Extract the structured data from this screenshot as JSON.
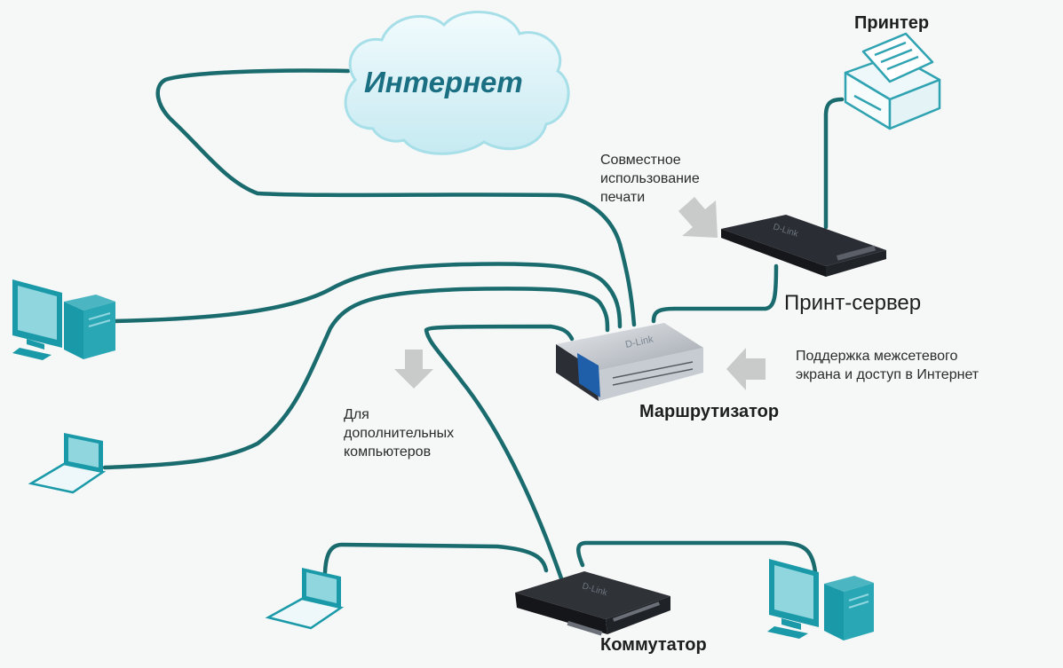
{
  "labels": {
    "internet": "Интернет",
    "printer": "Принтер",
    "print_sharing": "Совместное\nиспользование\nпечати",
    "print_server": "Принт-сервер",
    "firewall_support": "Поддержка межсетевого\nэкрана и доступ в Интернет",
    "router": "Маршрутизатор",
    "additional_computers": "Для\nдополнительных\nкомпьютеров",
    "switch": "Коммутатор"
  },
  "colors": {
    "cable": "#1a6b6e",
    "device_teal": "#1a9aa8",
    "cloud_fill": "#d6f1f6",
    "cloud_stroke": "#a7dfe9",
    "arrow_gray": "#c9caca",
    "printer_line": "#2fa3b1"
  }
}
